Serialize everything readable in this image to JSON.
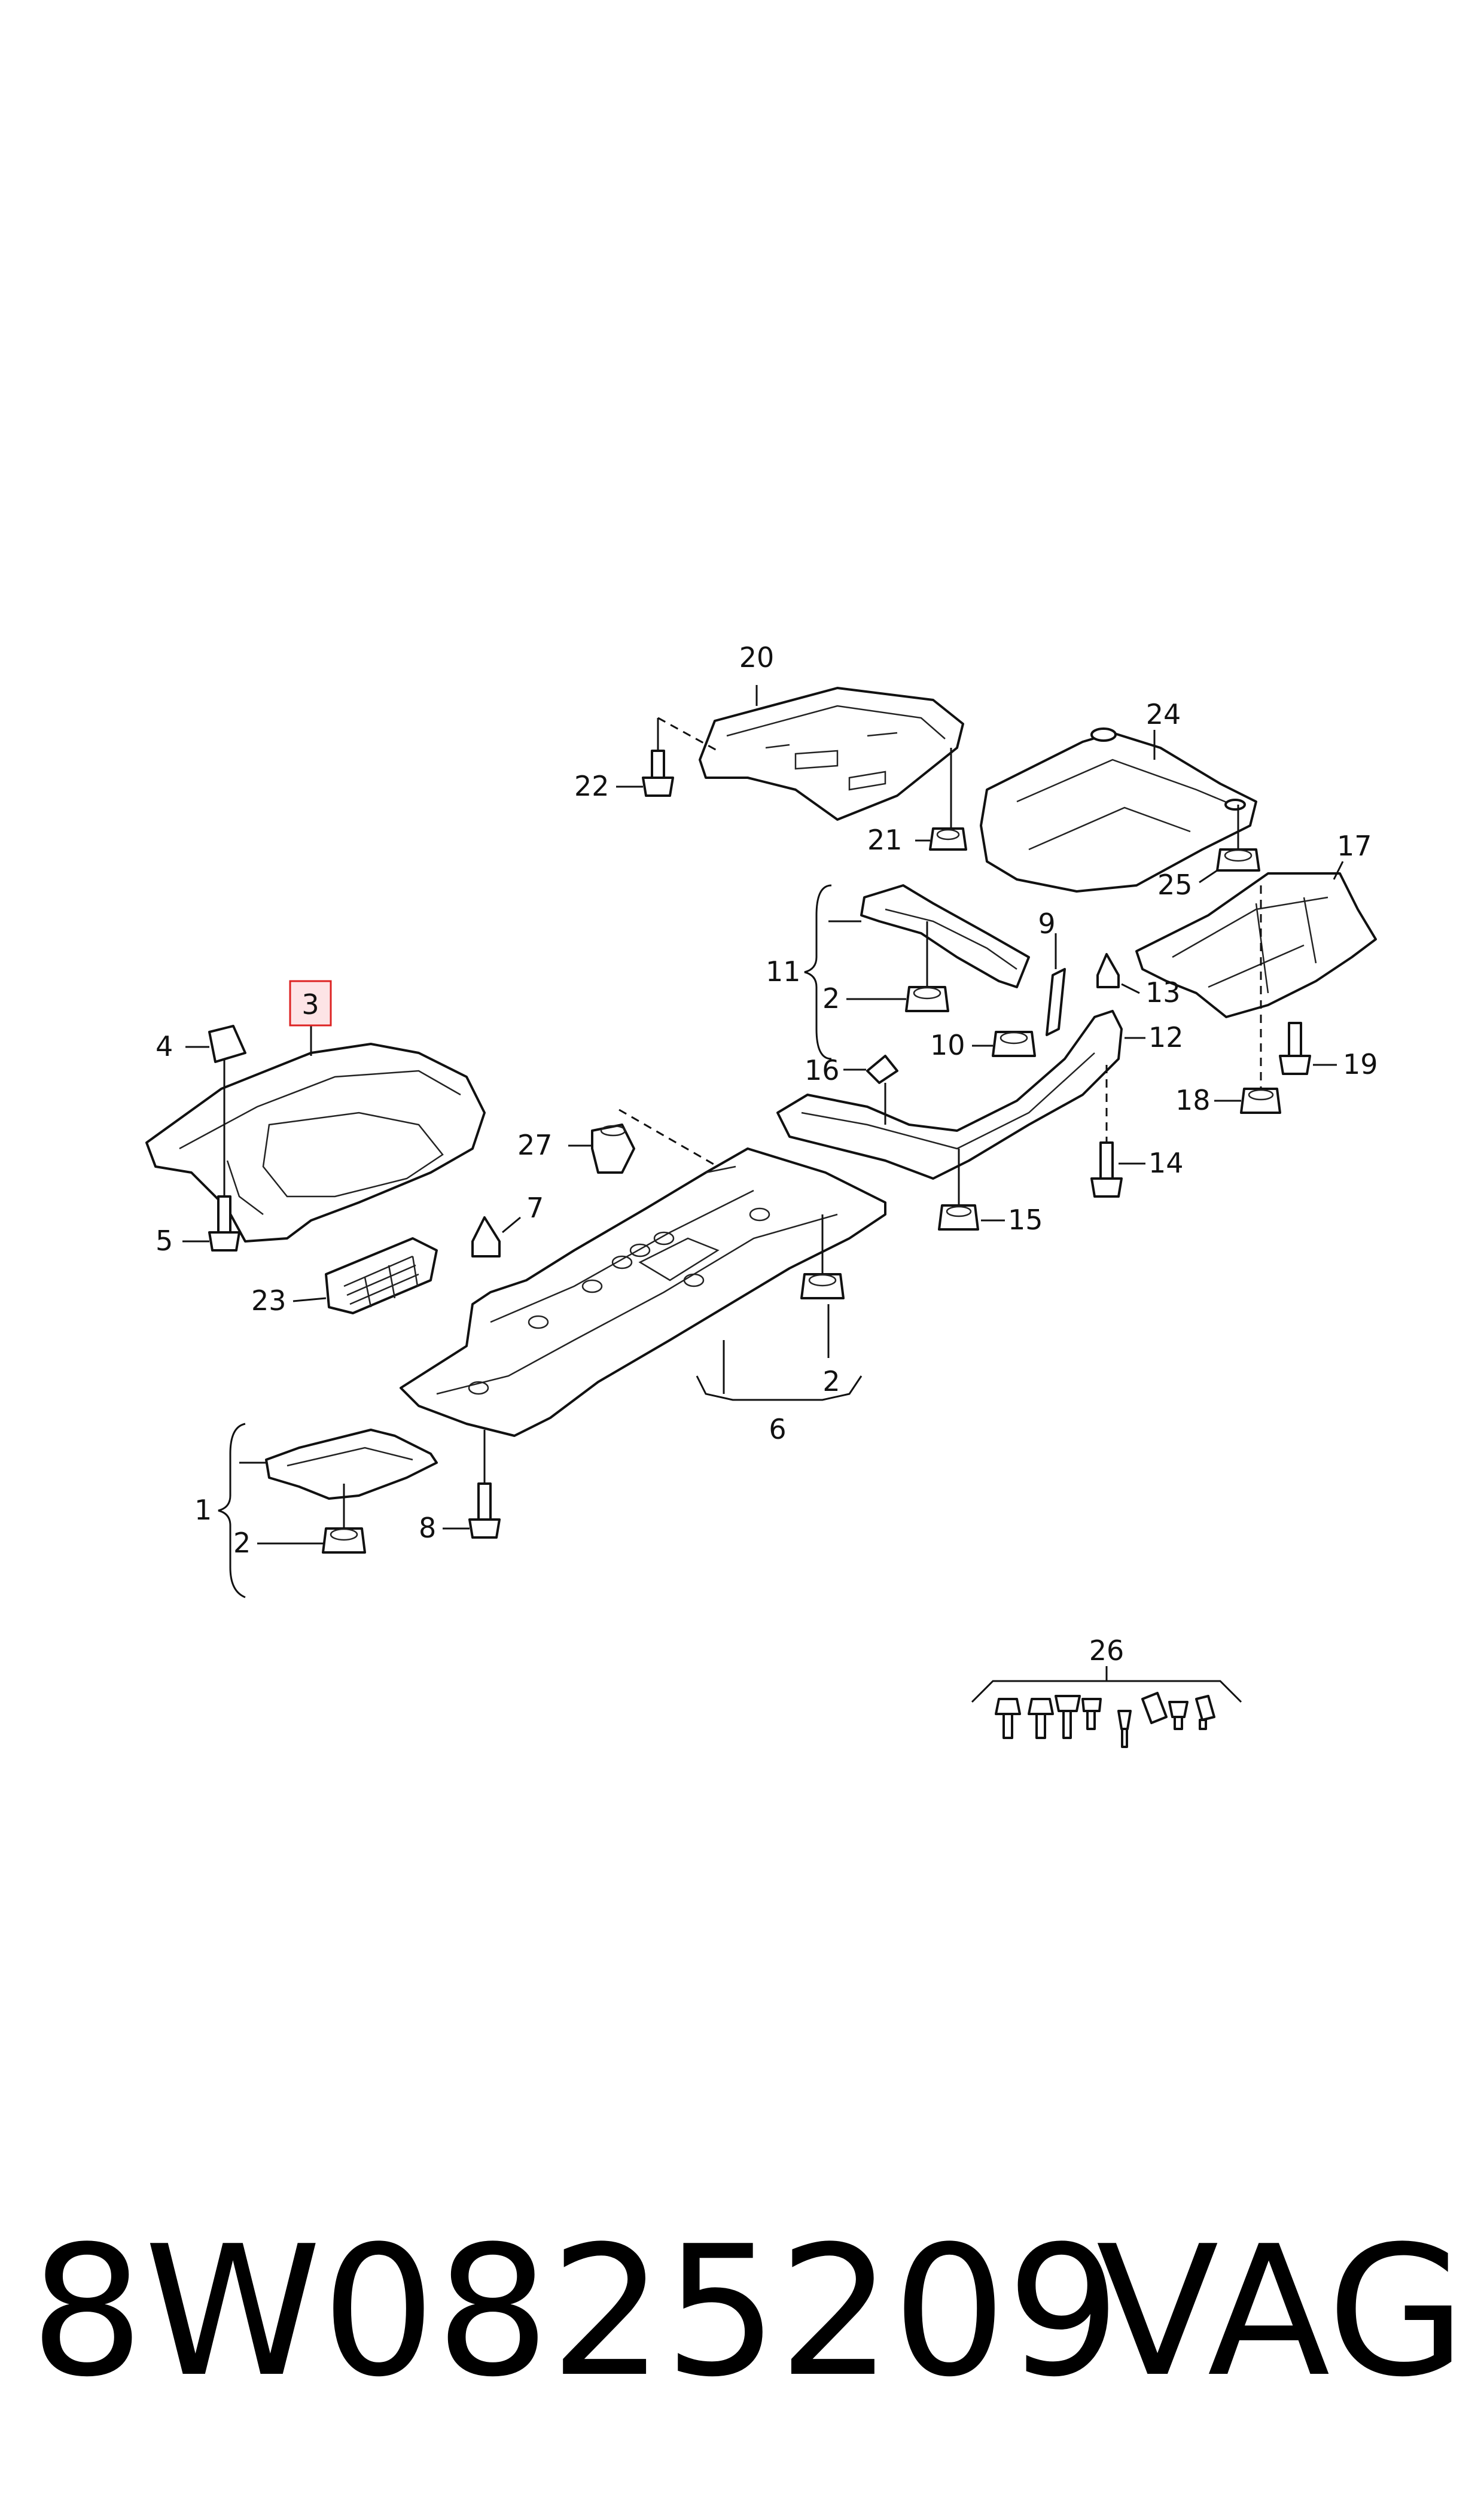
{
  "callouts": {
    "c1": "1",
    "c2a": "2",
    "c2b": "2",
    "c2c": "2",
    "c3": "3",
    "c4": "4",
    "c5": "5",
    "c6": "6",
    "c7": "7",
    "c8": "8",
    "c9": "9",
    "c10": "10",
    "c11": "11",
    "c12": "12",
    "c13": "13",
    "c14": "14",
    "c15": "15",
    "c16": "16",
    "c17": "17",
    "c18": "18",
    "c19": "19",
    "c20": "20",
    "c21": "21",
    "c22": "22",
    "c23": "23",
    "c24": "24",
    "c25": "25",
    "c26": "26",
    "c27": "27"
  },
  "highlighted_callout": "3",
  "highlight_color": "#d22222",
  "footer": {
    "part_number": "8W0825209",
    "brand": "VAG"
  }
}
